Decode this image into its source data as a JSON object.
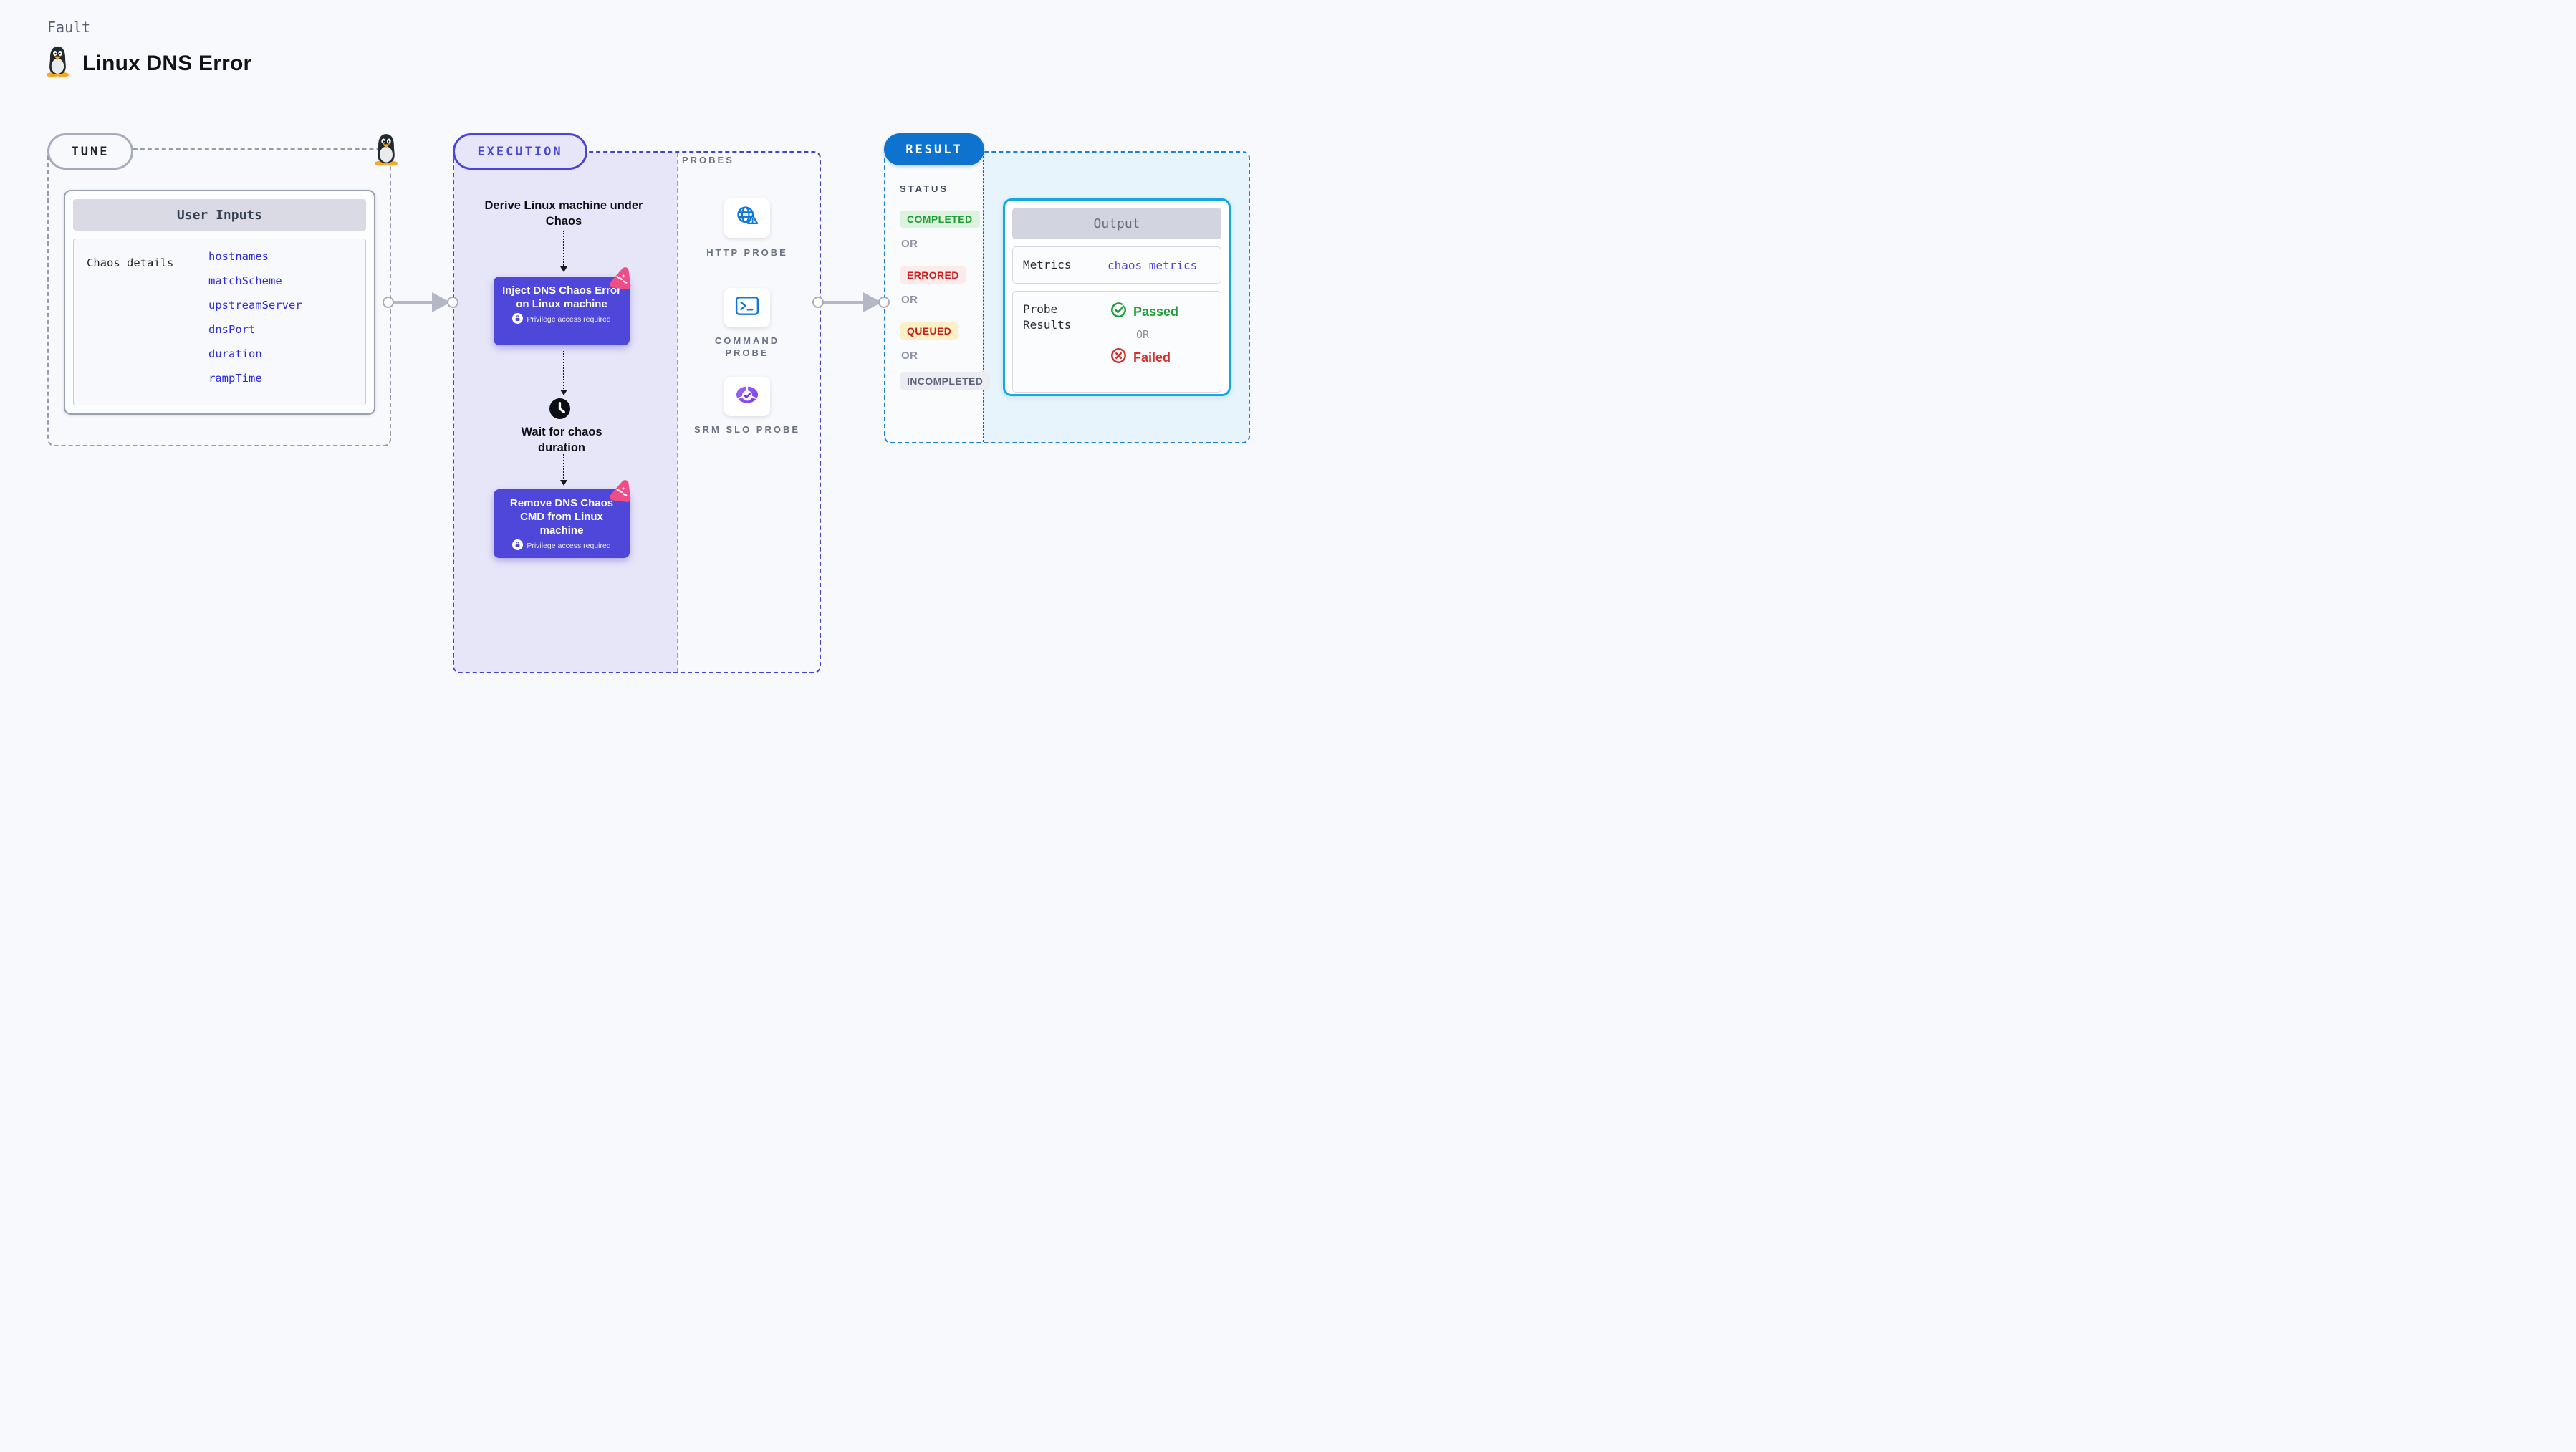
{
  "header": {
    "kicker": "Fault",
    "title": "Linux DNS Error"
  },
  "tune": {
    "pill": "TUNE",
    "card_header": "User Inputs",
    "row_label": "Chaos details",
    "inputs": [
      "hostnames",
      "matchScheme",
      "upstreamServer",
      "dnsPort",
      "duration",
      "rampTime"
    ]
  },
  "flow": {
    "pill": "EXECUTION",
    "step1": "Derive Linux machine under Chaos",
    "inject": {
      "title": "Inject DNS Chaos Error on Linux machine",
      "badge": "Privilege access required"
    },
    "wait": "Wait for chaos duration",
    "remove": {
      "title": "Remove DNS Chaos CMD from Linux machine",
      "badge": "Privilege access required"
    }
  },
  "probes": {
    "label": "PROBES",
    "items": [
      {
        "name": "HTTP PROBE",
        "icon": "globe-alert-icon"
      },
      {
        "name": "COMMAND PROBE",
        "icon": "terminal-icon"
      },
      {
        "name": "SRM SLO PROBE",
        "icon": "pie-check-icon"
      }
    ]
  },
  "result": {
    "pill": "RESULT",
    "status_label": "STATUS",
    "or": "OR",
    "statuses": [
      "COMPLETED",
      "ERRORED",
      "QUEUED",
      "INCOMPLETED"
    ],
    "output": {
      "header": "Output",
      "metrics_label": "Metrics",
      "metrics_value": "chaos metrics",
      "probe_results_label": "Probe Results",
      "passed": "Passed",
      "failed": "Failed"
    }
  },
  "icons": {
    "fault": "linux-penguin-icon",
    "privilege": "lock-icon",
    "wait": "clock-icon",
    "node_badge": "chaos-logo-icon",
    "http_probe": "globe-alert-icon",
    "command_probe": "terminal-icon",
    "srm_slo_probe": "pie-check-icon",
    "passed": "check-circle-icon",
    "failed": "x-circle-icon"
  },
  "colors": {
    "page_bg": "#f8f9fc",
    "node_purple": "#4e47da",
    "execution_indigo": "#4441d3",
    "execution_fill": "#e7e6f9",
    "result_blue": "#0e73cf",
    "result_border": "#1a80d8",
    "output_cyan_border": "#13a7e4",
    "output_area_fill": "#e7f4fb",
    "input_link_blue": "#2a2ae0",
    "completed_green": "#1d9e33",
    "errored_red": "#cb1f1f",
    "queued_amber_bg": "#fcf0c5",
    "chaos_pink": "#ee4d86"
  }
}
